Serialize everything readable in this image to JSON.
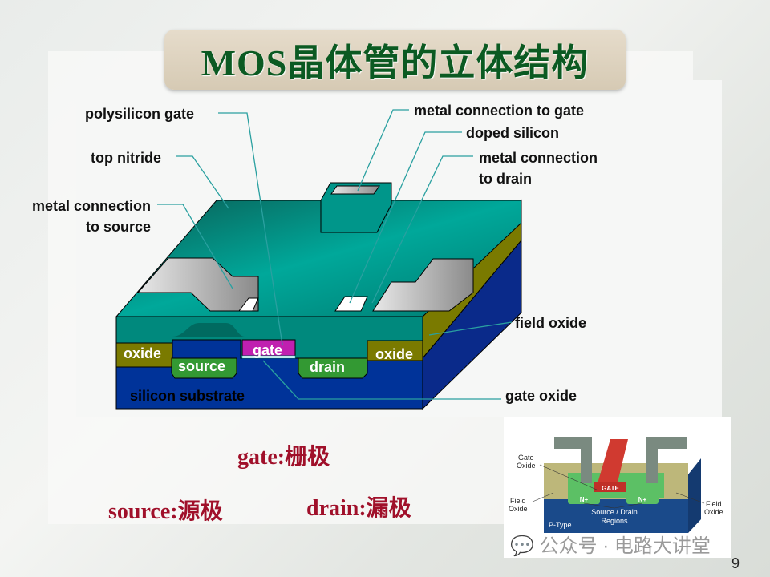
{
  "title": "MOS晶体管的立体结构",
  "labels": {
    "polysilicon_gate": "polysilicon gate",
    "top_nitride": "top nitride",
    "metal_source_1": "metal connection",
    "metal_source_2": "to source",
    "metal_gate": "metal connection to gate",
    "doped_silicon": "doped silicon",
    "metal_drain_1": "metal connection",
    "metal_drain_2": "to drain",
    "field_oxide": "field oxide",
    "gate_oxide": "gate oxide"
  },
  "regions": {
    "oxide_left": "oxide",
    "oxide_right": "oxide",
    "gate": "gate",
    "source": "source",
    "drain": "drain",
    "substrate": "silicon substrate"
  },
  "captions": {
    "gate": "gate:栅极",
    "source": "source:源极",
    "drain": "drain:漏极"
  },
  "inset": {
    "gate_oxide": [
      "Gate",
      "Oxide"
    ],
    "field_oxide_left": [
      "Field",
      "Oxide"
    ],
    "field_oxide_right": [
      "Field",
      "Oxide"
    ],
    "gate": "GATE",
    "n_plus": "N+",
    "regions": [
      "Source / Drain",
      "Regions"
    ],
    "p_type": "P-Type"
  },
  "watermark": "公众号 · 电路大讲堂",
  "page_number": "9"
}
